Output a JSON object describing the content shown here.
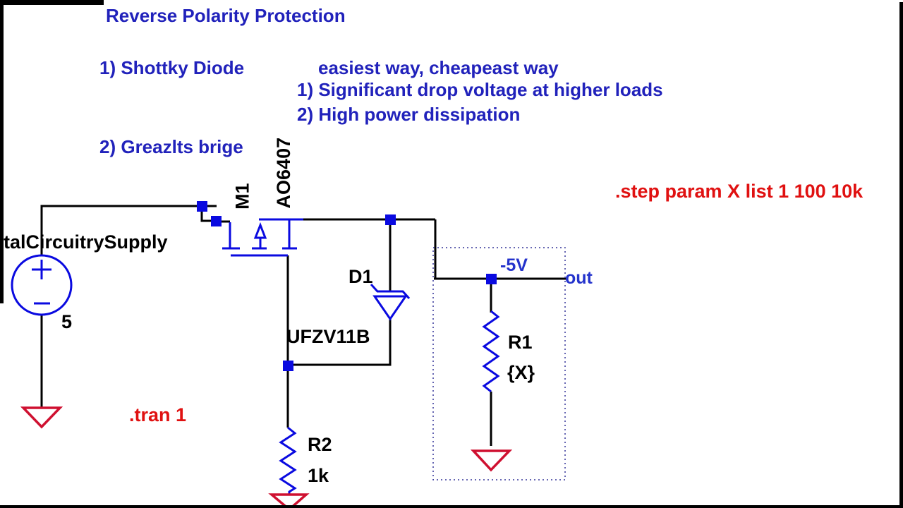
{
  "app": "LTspice schematic view",
  "colors": {
    "comment_blue": "#2122bb",
    "directive_red": "#e01111",
    "symbol_blue": "#0a0ae0",
    "ground_red": "#cf1030",
    "wire_black": "#000000",
    "selection_box_blue": "#333399",
    "background": "#ffffff"
  },
  "annotations": {
    "title": "Reverse Polarity Protection",
    "item1": "1) Shottky Diode",
    "item1_note": "easiest way, cheapeast way",
    "item1_con1": "1) Significant drop voltage at higher loads",
    "item1_con2": "2) High power dissipation",
    "item2": "2) Greazlts brige"
  },
  "directives": {
    "step": ".step param X list 1 100 10k",
    "tran": ".tran 1"
  },
  "components": {
    "v1": {
      "name": "talCircuitrySupply",
      "value": "5"
    },
    "m1": {
      "name": "M1",
      "model": "AO6407"
    },
    "d1": {
      "name": "D1",
      "model": "UFZV11B"
    },
    "r1": {
      "name": "R1",
      "value": "{X}"
    },
    "r2": {
      "name": "R2",
      "value": "1k"
    }
  },
  "nets": {
    "out_label": "out",
    "minus5_label": "-5V"
  }
}
